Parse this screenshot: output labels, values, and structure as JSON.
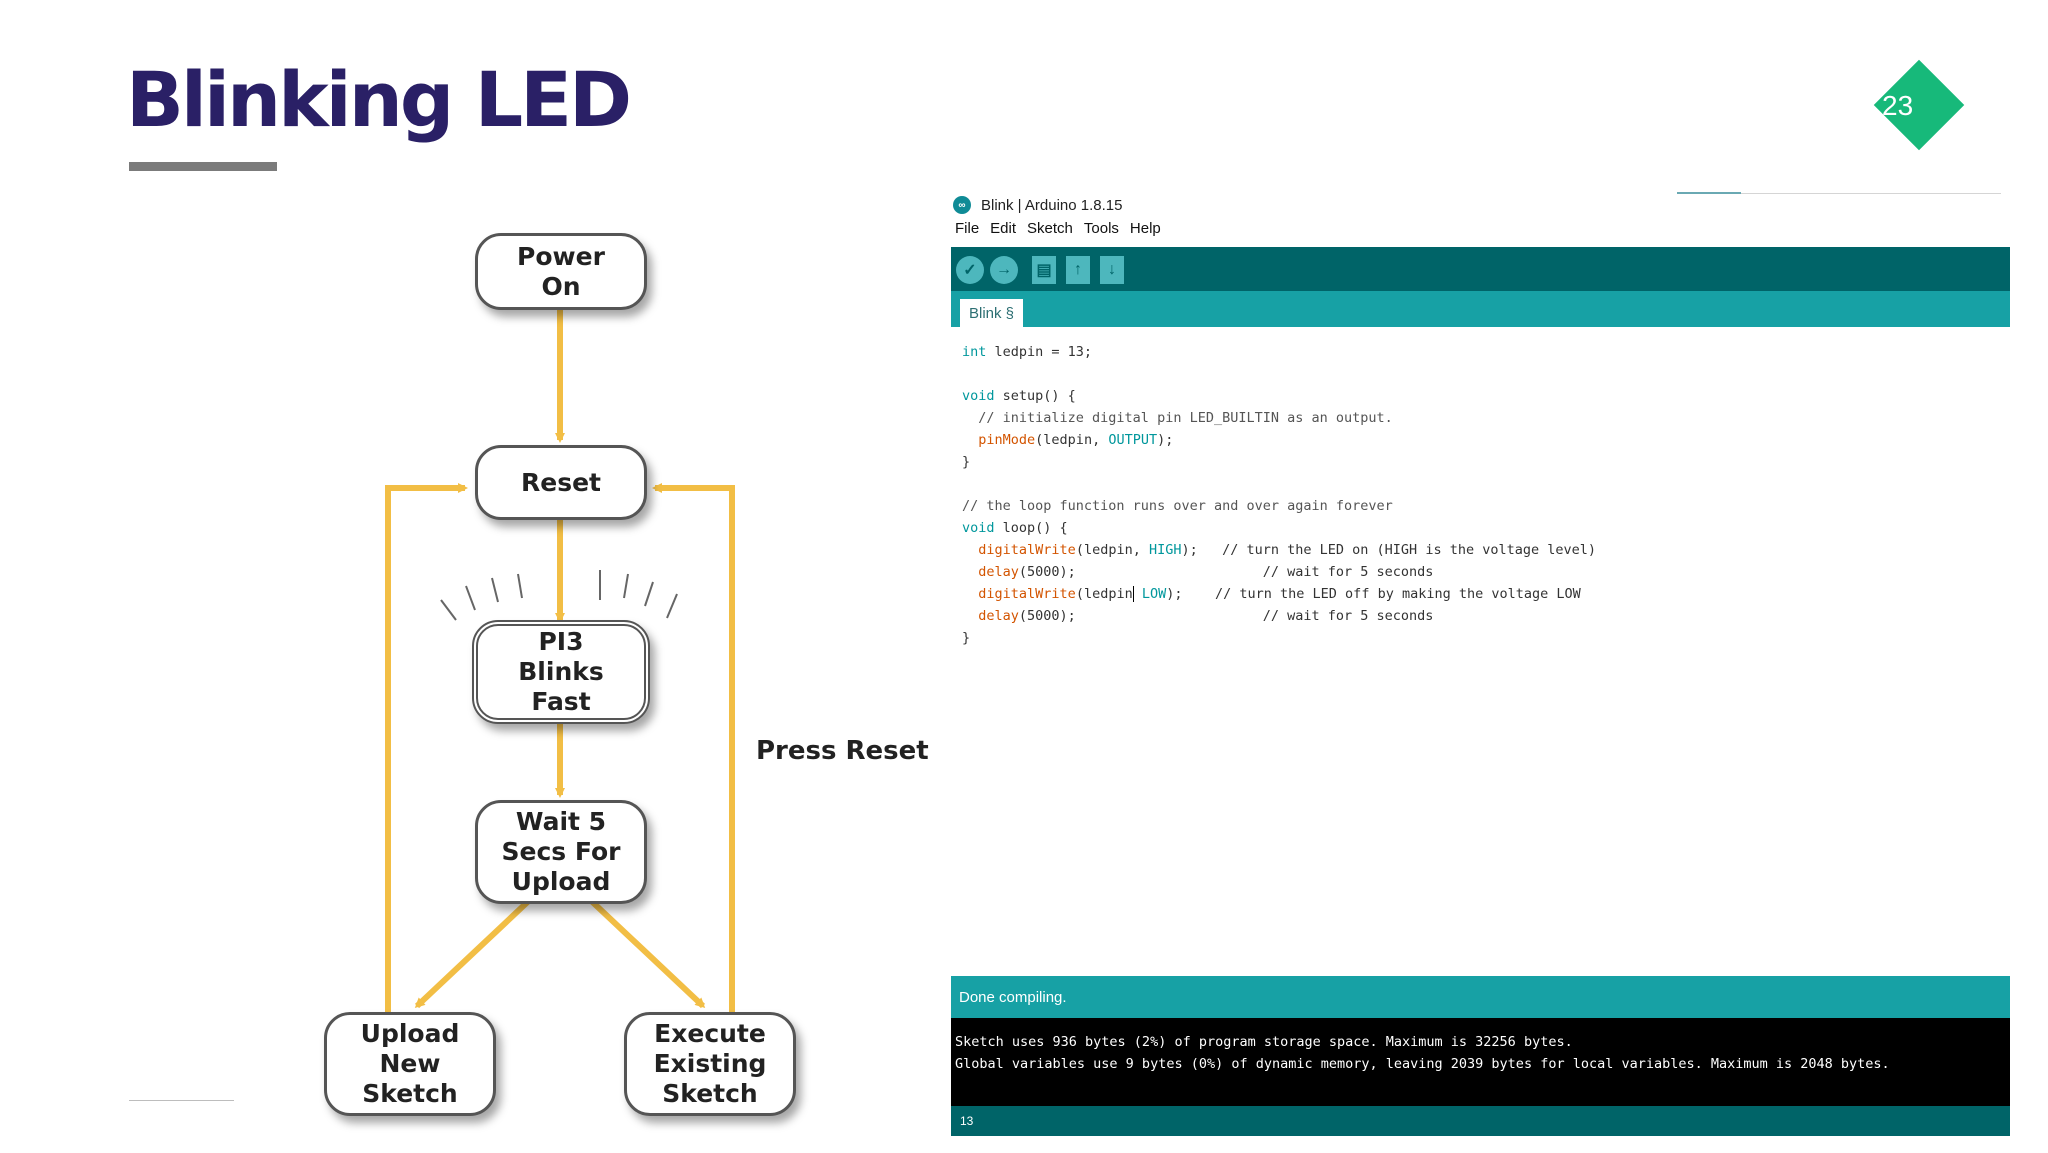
{
  "slide": {
    "title": "Blinking LED",
    "page_number": "23",
    "accent_color": "#17b97a",
    "title_color": "#2a2066"
  },
  "flowchart": {
    "nodes": {
      "power_on": "Power\nOn",
      "reset": "Reset",
      "blinks": "PI3\nBlinks\nFast",
      "wait": "Wait 5\nSecs For\nUpload",
      "upload": "Upload\nNew\nSketch",
      "execute": "Execute\nExisting\nSketch"
    },
    "side_label": "Press Reset",
    "arrow_color": "#f2be45"
  },
  "ide": {
    "window_title": "Blink | Arduino 1.8.15",
    "menu": [
      "File",
      "Edit",
      "Sketch",
      "Tools",
      "Help"
    ],
    "toolbar_icons": [
      "verify-icon",
      "upload-icon",
      "new-icon",
      "open-icon",
      "save-icon"
    ],
    "tab_label": "Blink §",
    "status": "Done compiling.",
    "console": [
      "Sketch uses 936 bytes (2%) of program storage space. Maximum is 32256 bytes.",
      "Global variables use 9 bytes (0%) of dynamic memory, leaving 2039 bytes for local variables. Maximum is 2048 bytes."
    ],
    "line_number": "13",
    "theme_colors": {
      "toolbar": "#006468",
      "tabbar": "#17a1a5",
      "keyword": "#00979c",
      "function": "#d35400"
    }
  },
  "code": {
    "l1": {
      "kw": "int",
      "rest": " ledpin = 13;"
    },
    "l3": {
      "kw": "void",
      "rest": " setup() {"
    },
    "l4": "  // initialize digital pin LED_BUILTIN as an output.",
    "l5": {
      "fn": "pinMode",
      "mid": "(ledpin, ",
      "const": "OUTPUT",
      "end": ");"
    },
    "l6": "}",
    "l8": "// the loop function runs over and over again forever",
    "l9": {
      "kw": "void",
      "rest": " loop() {"
    },
    "l10": {
      "fn": "digitalWrite",
      "mid": "(ledpin, ",
      "const": "HIGH",
      "end": ");   // turn the LED on (HIGH is the voltage level)"
    },
    "l11": {
      "fn": "delay",
      "mid": "(5000);",
      "end": "                       // wait for 5 seconds"
    },
    "l12": {
      "fn": "digitalWrite",
      "mid": "(ledpin",
      "const": "LOW",
      "end": ");    // turn the LED off by making the voltage LOW"
    },
    "l13": {
      "fn": "delay",
      "mid": "(5000);",
      "end": "                       // wait for 5 seconds"
    },
    "l14": "}"
  }
}
